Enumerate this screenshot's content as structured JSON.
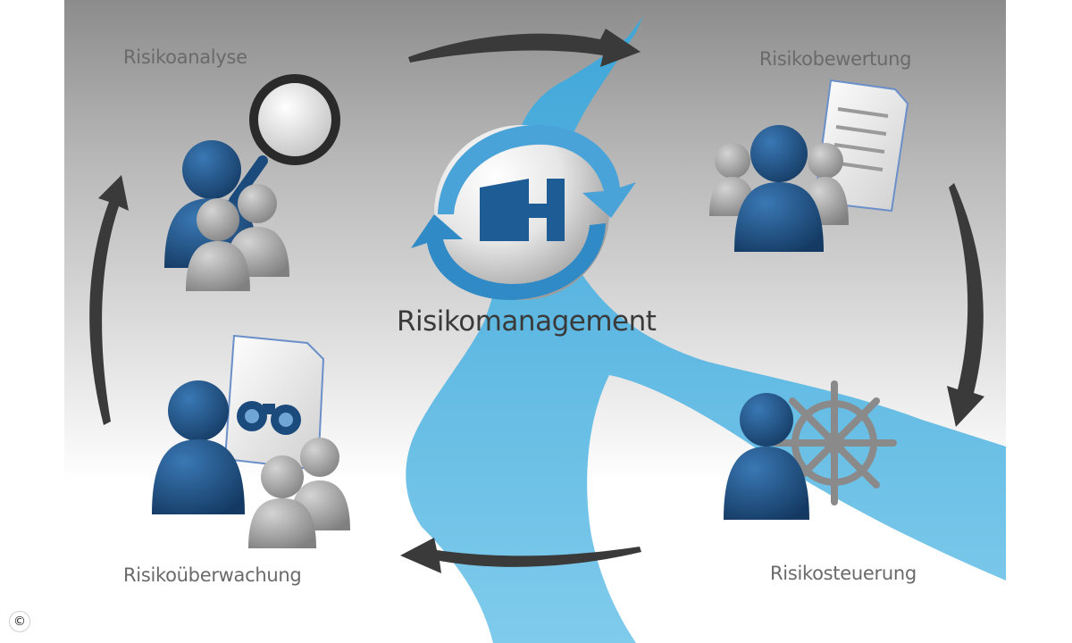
{
  "diagram": {
    "center_title": "Risikomanagement",
    "steps": [
      {
        "id": "analyse",
        "label": "Risikoanalyse",
        "icon": "people-magnifier-icon"
      },
      {
        "id": "bewertung",
        "label": "Risikobewertung",
        "icon": "people-document-icon"
      },
      {
        "id": "steuerung",
        "label": "Risikosteuerung",
        "icon": "person-ship-wheel-icon"
      },
      {
        "id": "ueberwachung",
        "label": "Risikoüberwachung",
        "icon": "people-binoculars-icon"
      }
    ],
    "copyright_symbol": "©",
    "colors": {
      "background_top": "#8e8e8e",
      "background_bottom": "#ffffff",
      "river": "#5bb7e0",
      "person_dark": "#1b4a7c",
      "person_grey": "#9a9a9a",
      "arrow": "#3a3a3a",
      "logo_blue": "#1e5c96"
    }
  }
}
